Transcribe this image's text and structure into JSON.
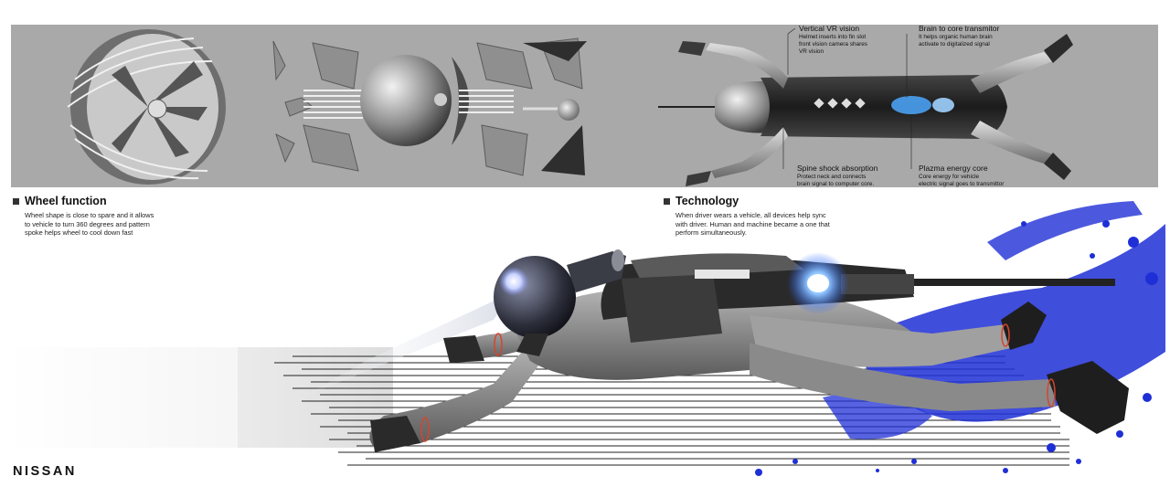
{
  "panel": {
    "annotations": [
      {
        "title": "Vertical VR vision",
        "desc": "Helmet inserts into fin slot\nfront vision camera shares\nVR vision"
      },
      {
        "title": "Brain to core transmitor",
        "desc": "It helps organic human brain\nactivate to digitalized signal"
      },
      {
        "title": "Spine shock absorption",
        "desc": "Protect neck  and connects\nbrain signal to computer core."
      },
      {
        "title": "Plazma energy core",
        "desc": "Core energy for vehicle\nelectric signal goes to transmittor"
      }
    ]
  },
  "sections": {
    "wheel": {
      "title": "Wheel function",
      "desc": "Wheel shape is close to spare and it allows\nto vehicle to turn 360 degrees and pattern\nspoke helps wheel to cool down fast"
    },
    "technology": {
      "title": "Technology",
      "desc": "When driver wears a vehicle, all devices help sync\nwith driver. Human and machine became a one that\nperform simultaneously."
    }
  },
  "brand": "NISSAN",
  "colors": {
    "panel": "#a9a9a9",
    "splash": "#1f2fd6",
    "core_glow": "#3f8cff",
    "suit": "#8a8a8a",
    "dark": "#2a2a2a"
  }
}
